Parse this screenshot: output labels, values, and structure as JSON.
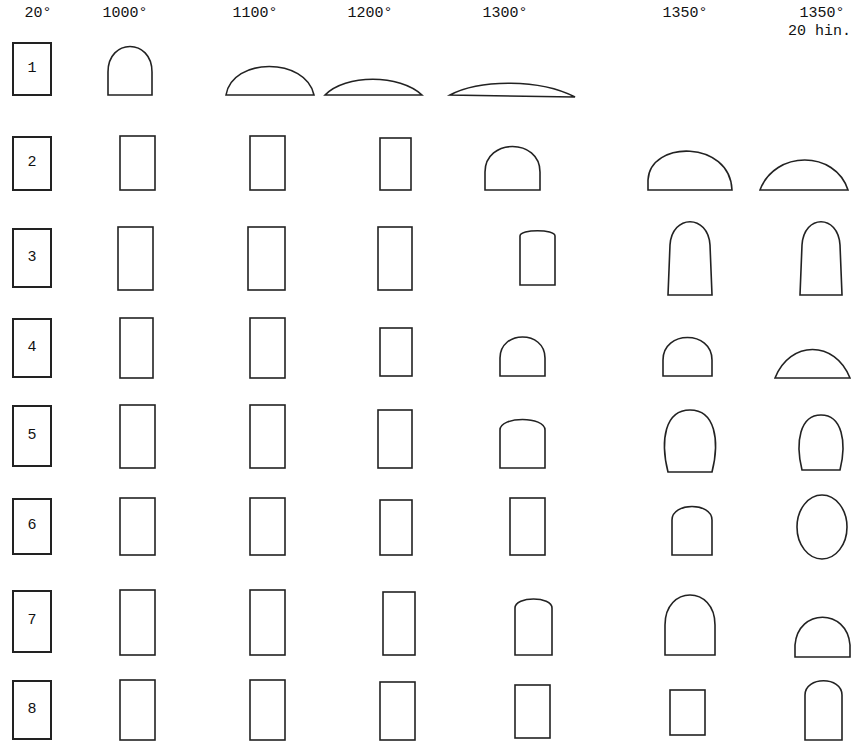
{
  "diagram": {
    "nodes": [
      {
        "text": [
          "1"
        ]
      },
      {
        "text": [
          "2"
        ]
      },
      {
        "text": [
          "3"
        ]
      },
      {
        "text": [
          "4"
        ]
      },
      {
        "text": [
          "5"
        ]
      },
      {
        "text": [
          "6"
        ]
      },
      {
        "text": [
          "7"
        ]
      },
      {
        "text": [
          "8"
        ]
      }
    ],
    "labels": [
      "20°",
      "1000°",
      "1100°",
      "1200°",
      "1300°",
      "1350°",
      "1350°",
      "20 hin."
    ]
  }
}
